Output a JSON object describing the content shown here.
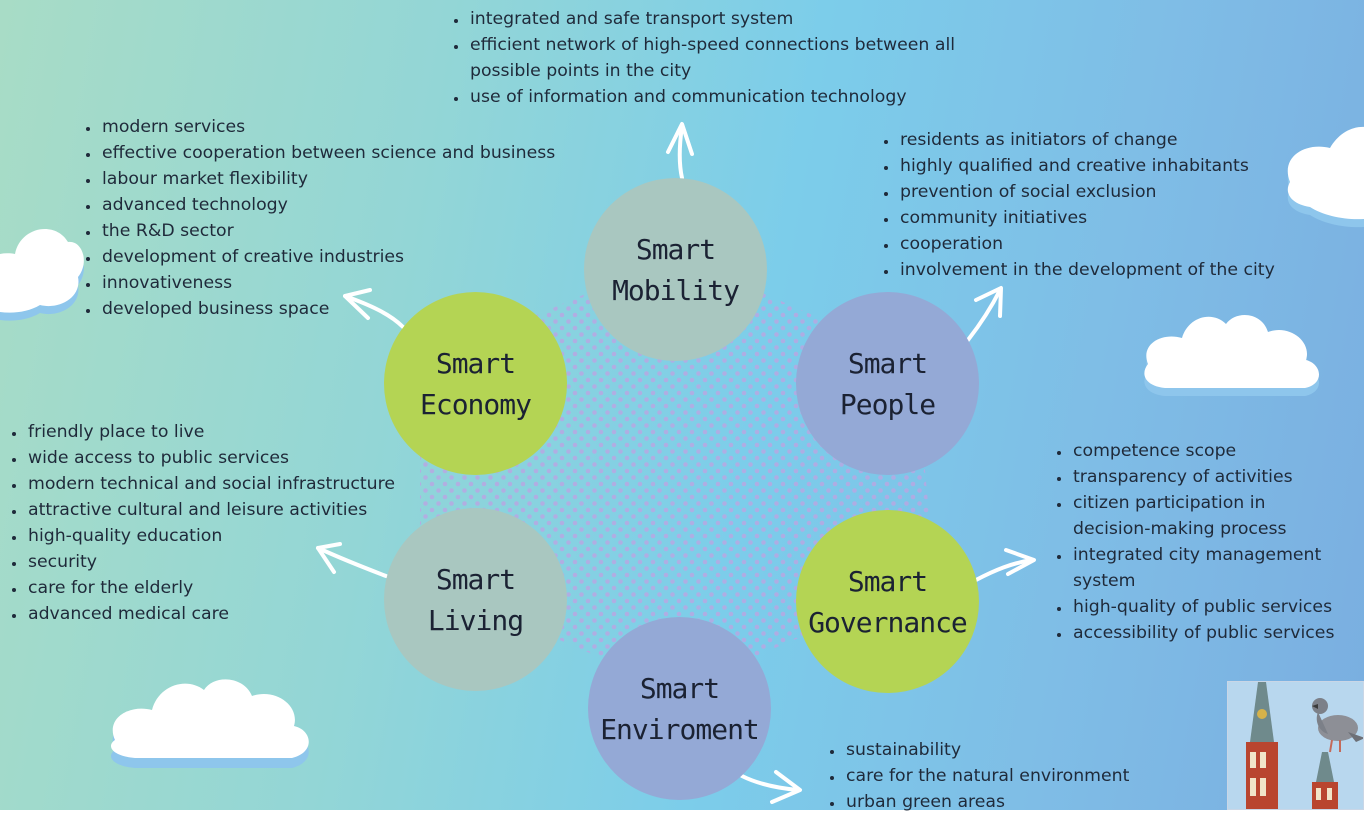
{
  "nodes": {
    "mobility": {
      "label": "Smart\nMobility",
      "color": "#a9c7c0"
    },
    "economy": {
      "label": "Smart\nEconomy",
      "color": "#b4d454"
    },
    "people": {
      "label": "Smart\nPeople",
      "color": "#94a9d6"
    },
    "living": {
      "label": "Smart\nLiving",
      "color": "#a9c7c0"
    },
    "governance": {
      "label": "Smart\nGovernance",
      "color": "#b4d454"
    },
    "environment": {
      "label": "Smart\nEnviroment",
      "color": "#94a9d6"
    }
  },
  "lists": {
    "mobility": [
      "integrated and safe transport system",
      "efficient network of high-speed connections between all possible points in the city",
      "use of information and communication technology"
    ],
    "economy": [
      "modern services",
      "effective cooperation between science and business",
      "labour market flexibility",
      "advanced technology",
      "the R&D sector",
      "development of creative industries",
      "innovativeness",
      "developed business space"
    ],
    "people": [
      "residents as initiators of change",
      "highly qualified and creative inhabitants",
      "prevention of social exclusion",
      "community initiatives",
      "cooperation",
      "involvement in the development of the city"
    ],
    "living": [
      "friendly place to live",
      "wide access to public services",
      "modern technical and social infrastructure",
      "attractive cultural and leisure activities",
      "high-quality education",
      "security",
      "care for the elderly",
      "advanced medical care"
    ],
    "governance": [
      "competence scope",
      "transparency of activities",
      "citizen participation in decision-making process",
      "integrated city management system",
      "high-quality of public services",
      "accessibility of public services"
    ],
    "environment": [
      "sustainability",
      "care for the natural environment",
      "urban green areas"
    ]
  },
  "decor": {
    "icons": [
      "cloud-icon",
      "arrow-icon",
      "pigeon-icon",
      "church-tower-icon"
    ],
    "dot_color": "#b7a8e2",
    "cloud_color": "#ffffff",
    "cloud_shadow": "#8ec6ec",
    "arrow_color": "#ffffff"
  }
}
